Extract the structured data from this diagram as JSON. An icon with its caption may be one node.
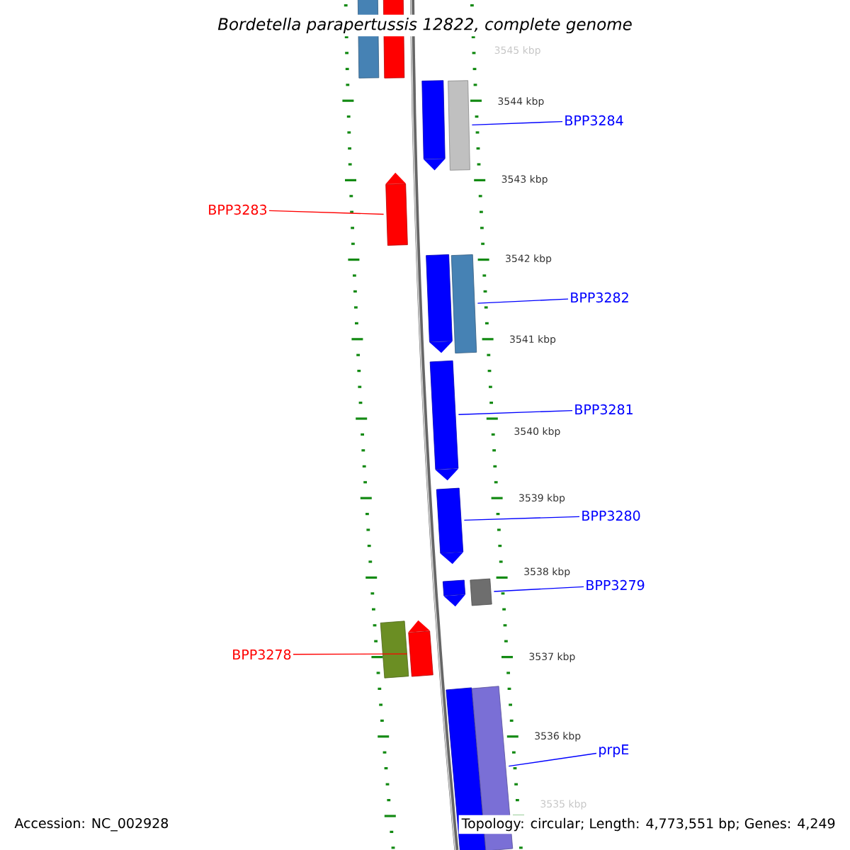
{
  "diagram": {
    "title": "Bordetella parapertussis 12822, complete genome",
    "nodes": [
      {
        "text": [
          "BPP3284"
        ]
      },
      {
        "text": [
          "BPP3283"
        ]
      },
      {
        "text": [
          "BPP3282"
        ]
      },
      {
        "text": [
          "BPP3281"
        ]
      },
      {
        "text": [
          "BPP3280"
        ]
      },
      {
        "text": [
          "BPP3279"
        ]
      },
      {
        "text": [
          "BPP3278"
        ]
      },
      {
        "text": [
          "prpE"
        ]
      },
      {
        "text": [],
        "shape": "box"
      },
      {
        "text": [],
        "shape": "arrow"
      },
      {
        "text": [],
        "shape": "box"
      },
      {
        "text": [],
        "shape": "arrow"
      },
      {
        "text": [],
        "shape": "arrow"
      },
      {
        "text": [],
        "shape": "box"
      },
      {
        "text": [],
        "shape": "arrow"
      },
      {
        "text": [],
        "shape": "box"
      }
    ],
    "edges": [
      {
        "from": 0,
        "to": 8,
        "arrow": "none"
      },
      {
        "from": 1,
        "to": 9,
        "arrow": "none",
        "color": "#ff0000"
      },
      {
        "from": 2,
        "to": 10,
        "arrow": "none"
      },
      {
        "from": 3,
        "to": 11,
        "arrow": "none"
      },
      {
        "from": 4,
        "to": 12,
        "arrow": "none"
      },
      {
        "from": 5,
        "to": 13,
        "arrow": "none"
      },
      {
        "from": 6,
        "to": 14,
        "arrow": "none",
        "color": "#ff0000"
      },
      {
        "from": 7,
        "to": 15,
        "arrow": "none"
      }
    ],
    "labels": [
      "3545 kbp",
      "3544 kbp",
      "3543 kbp",
      "3542 kbp",
      "3541 kbp",
      "3540 kbp",
      "3539 kbp",
      "3538 kbp",
      "3537 kbp",
      "3536 kbp",
      "3535 kbp",
      "Accession: NC_002928",
      "Topology: circular; Length: 4,773,551 bp; Genes: 4,249"
    ]
  }
}
